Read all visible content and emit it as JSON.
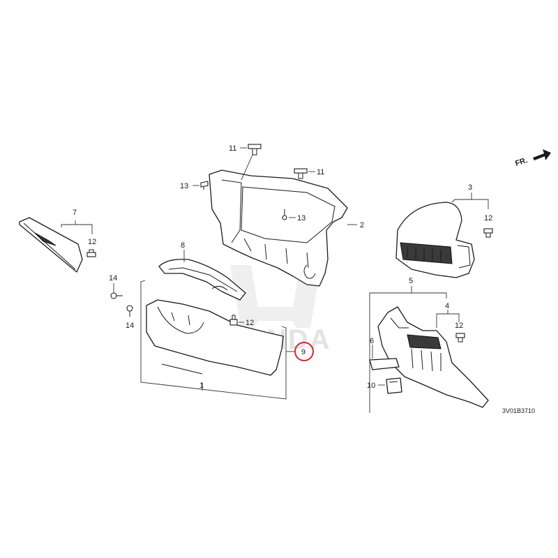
{
  "diagram": {
    "callouts": {
      "c1": "1",
      "c2": "2",
      "c3": "3",
      "c4": "4",
      "c5": "5",
      "c6": "6",
      "c7": "7",
      "c8": "8",
      "c9": "9",
      "c10": "10",
      "c11a": "11",
      "c11b": "11",
      "c12a": "12",
      "c12b": "12",
      "c12c": "12",
      "c12d": "12",
      "c13a": "13",
      "c13b": "13",
      "c14a": "14",
      "c14b": "14"
    },
    "direction_label": "FR.",
    "diagram_code": "3V01B3710",
    "watermark_text": "HONDA",
    "highlighted_callout": "9",
    "colors": {
      "line": "#1a1a1a",
      "highlight": "#d4282e",
      "watermark": "#d9d9d9"
    }
  }
}
